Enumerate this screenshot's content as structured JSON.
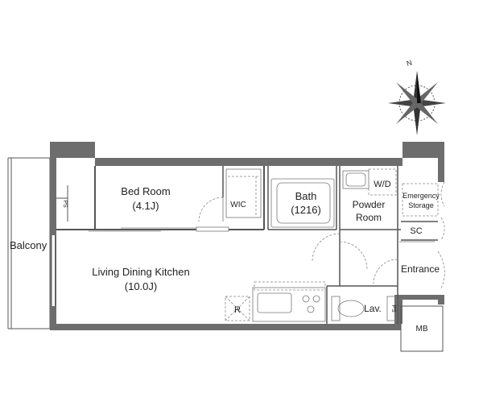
{
  "rooms": {
    "bedroom": {
      "name": "Bed Room",
      "size": "(4.1J)"
    },
    "ldk": {
      "name": "Living Dining Kitchen",
      "size": "(10.0J)"
    },
    "bath": {
      "name": "Bath",
      "size": "(1216)"
    },
    "powder": {
      "name_line1": "Powder",
      "name_line2": "Room"
    },
    "wd": "W/D",
    "wic": "WIC",
    "emergency": {
      "line1": "Emergency",
      "line2": "Storage"
    },
    "sc": "SC",
    "entrance": "Entrance",
    "lav": "Lav.",
    "mb": "MB",
    "balcony": "Balcony",
    "ps_left": "PS",
    "ps_right": "PS",
    "refrigerator": "R"
  },
  "compass": {
    "north": "N"
  },
  "colors": {
    "wall": "#6d6d6d",
    "line": "#555555"
  }
}
